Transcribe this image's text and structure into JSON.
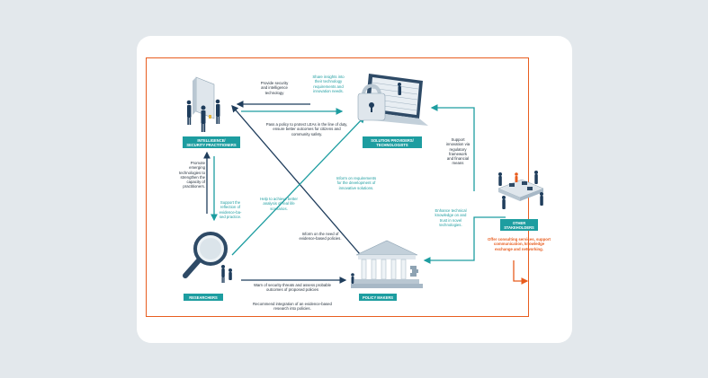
{
  "nodes": {
    "intel": "INTELLIGENCE/\nSECURITY PRACTITIONERS",
    "solution": "SOLUTION PROVIDERS/\nTECHNOLOGISTS",
    "researchers": "RESEARCHERS",
    "policy": "POLICY MAKERS",
    "other": "OTHER\nSTAKEHOLDERS"
  },
  "labels": {
    "provide_security": "Provide security\nand intelligence\ntechnology",
    "share_insights": "Share insights into\ntheir technology\nrequirements and\ninnovation needs.",
    "pass_policy": "Pass a policy to protect LEAs in the line of duty,\nensure better outcomes for citizens and\ncommunity safety.",
    "support_innovation": "Support\ninnovation via\nregulatory\nframework\nand financial\nmeans",
    "promote_emerging": "Promote\nemerging\ntechnologies to\nstrengthen the\ncapacity of\npractitioners.",
    "support_reflection": "Support the\nreflection of\nevidence-ba-\nsed practice.",
    "inform_requirements": "Inform on requirements\nfor the development of\ninnovative solutions.",
    "help_achieve": "Help to achieve better\nanalysis of real life\nscenarios.",
    "inform_need": "Inform on the need of\nevidence-based policies.",
    "enhance_technical": "Enhance technical\nknowledge on and\ntrust in novel\ntechnologies.",
    "warn_threats": "Warn of security threats and assess probable\noutcomes of proposed policies",
    "recommend": "Recommend integration of an evidence-based\nresearch into policies.",
    "other_offer": "Offer consulting services, support\ncommunication, knowledge\nexchange and networking."
  },
  "colors": {
    "teal": "#1d9da0",
    "navy": "#1f3d5c",
    "orange": "#e85d1f",
    "card": "#ffffff",
    "background": "#e3e8ec"
  },
  "icons": [
    "intelligence-practitioners-illustration",
    "padlock-laptop-illustration",
    "magnifier-illustration",
    "government-building-illustration",
    "stakeholders-meeting-illustration"
  ]
}
